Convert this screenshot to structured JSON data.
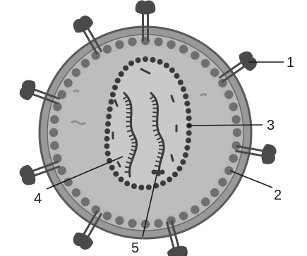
{
  "labels": {
    "l1": "1",
    "l2": "2",
    "l3": "3",
    "l4": "4",
    "l5": "5"
  },
  "colors": {
    "envelope": "#999999",
    "envelope_outline": "#5a5a5a",
    "matrix": "#b5b5b5",
    "matrix_bead": "#6f6f6f",
    "capsid_bead": "#3a3a3a",
    "capsid_fill": "#cfcfcf",
    "core_interior": "#c8c8c8",
    "rna": "#3a3a3a",
    "spike": "#4a4a4a",
    "leader_line": "#1a1a1a"
  }
}
